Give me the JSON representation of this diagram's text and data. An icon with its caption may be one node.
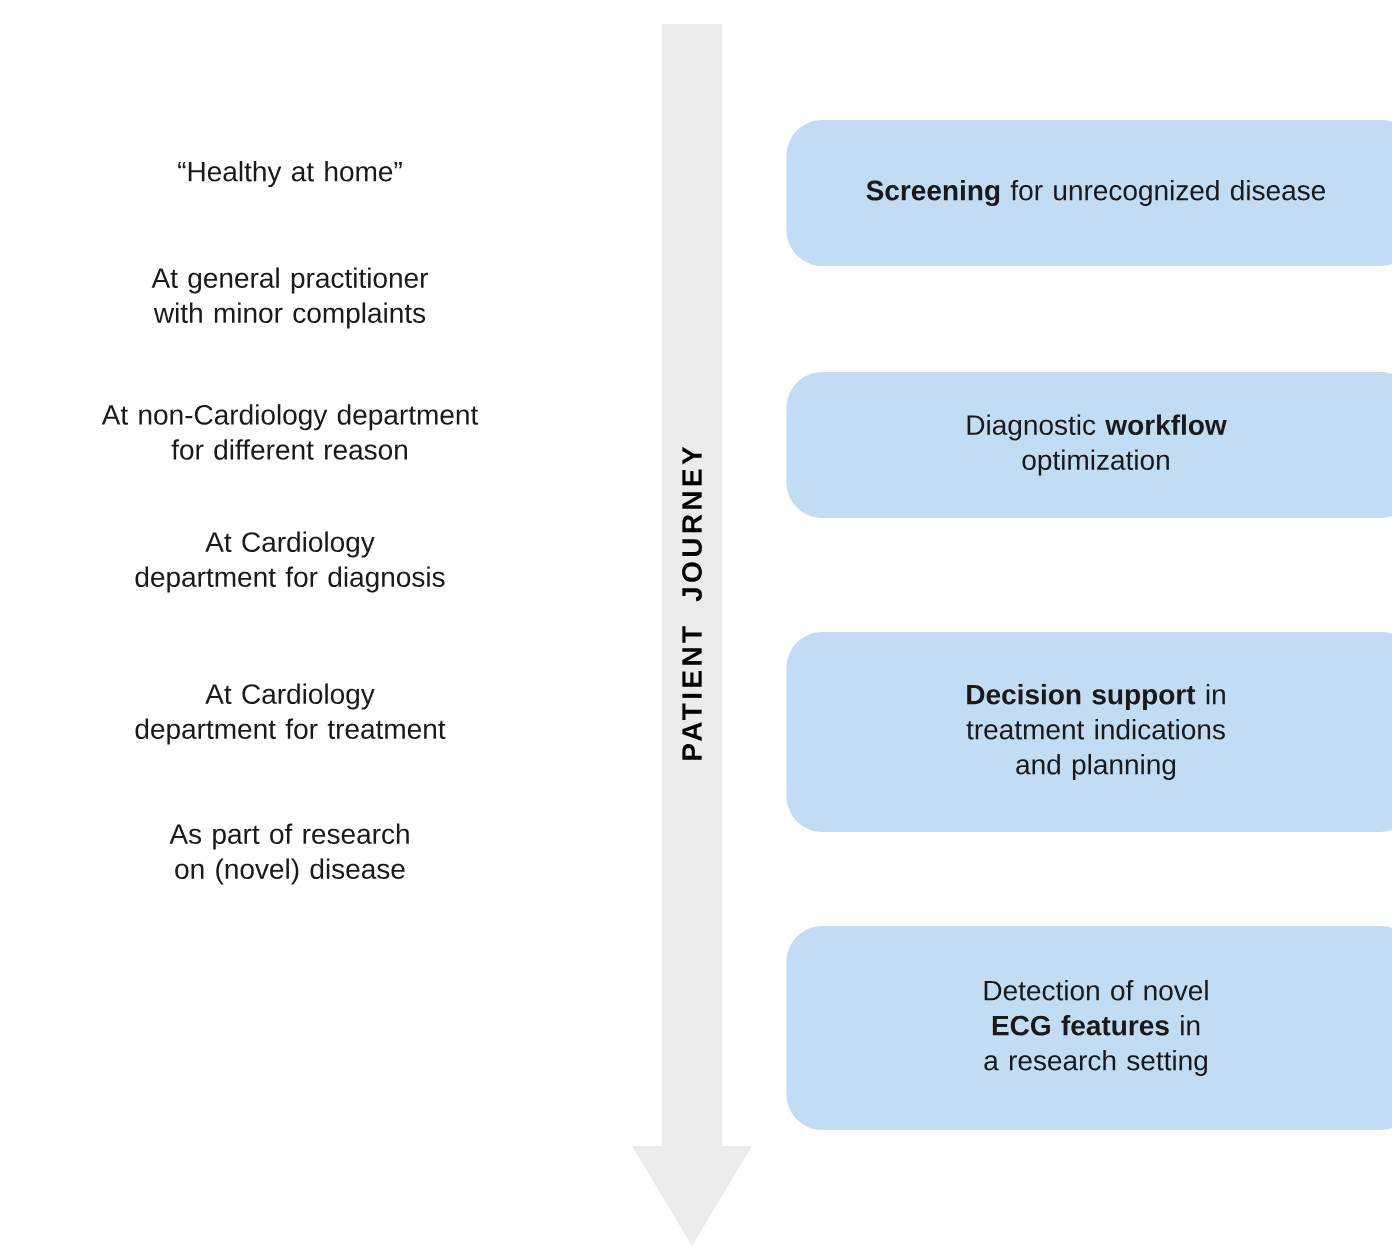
{
  "diagram": {
    "nodes": [
      {
        "text": [
          "**Screening** for unrecognized disease"
        ]
      },
      {
        "text": [
          "Diagnostic **workflow** optimization"
        ]
      },
      {
        "text": [
          "**Decision support** in treatment indications and planning"
        ]
      },
      {
        "text": [
          "Detection of novel **ECG features** in a research setting"
        ]
      }
    ],
    "labels": [
      "“Healthy at home”",
      "At general practitioner with minor complaints",
      "At non-Cardiology department for different reason",
      "At Cardiology department for diagnosis",
      "At Cardiology department for treatment",
      "As part of research on (novel) disease",
      "PATIENT JOURNEY"
    ]
  }
}
